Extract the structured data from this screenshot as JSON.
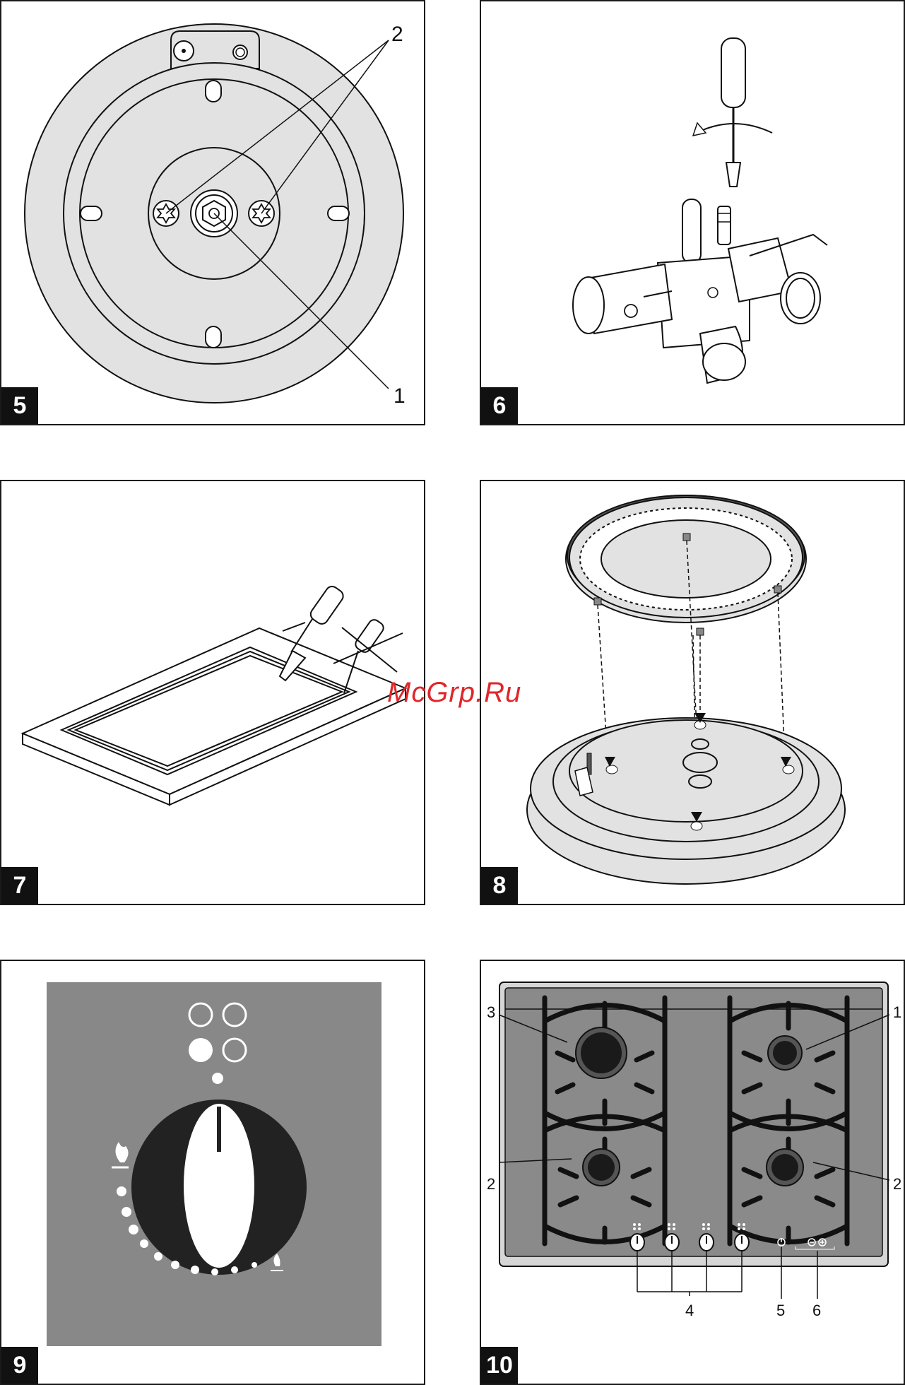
{
  "figures": [
    {
      "number": "5",
      "callouts": [
        "2",
        "1"
      ]
    },
    {
      "number": "6",
      "callouts": []
    },
    {
      "number": "7",
      "callouts": []
    },
    {
      "number": "8",
      "callouts": []
    },
    {
      "number": "9",
      "callouts": []
    },
    {
      "number": "10",
      "callouts": [
        "3",
        "1",
        "2",
        "2",
        "4",
        "5",
        "6"
      ]
    }
  ],
  "watermark": "McGrp.Ru",
  "icons": [
    "torx-screw-icon",
    "nozzle-icon",
    "screwdriver-icon",
    "flame-icon",
    "power-icon",
    "minus-plus-icon"
  ]
}
